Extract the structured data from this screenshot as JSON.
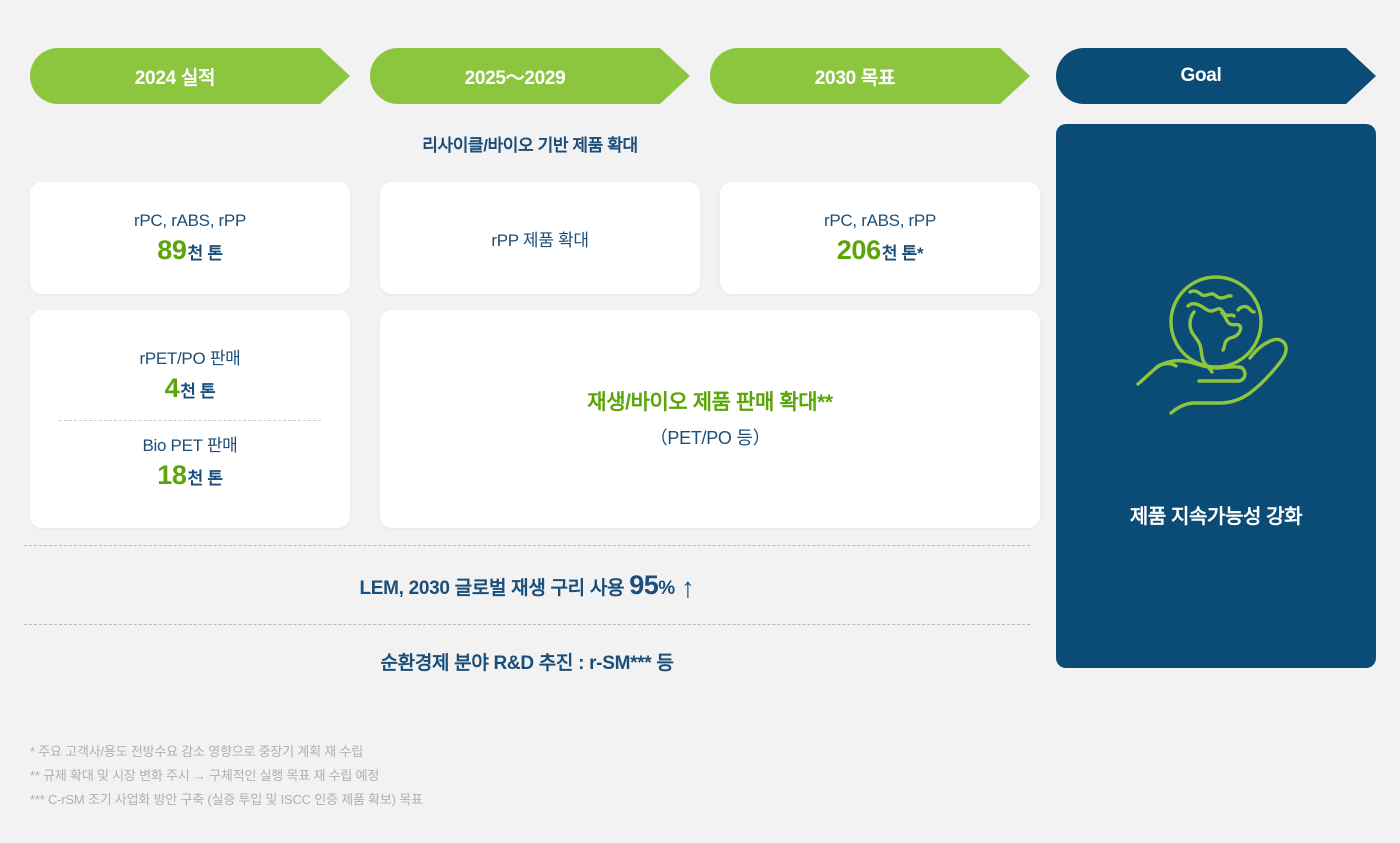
{
  "background_color": "#f2f2f2",
  "colors": {
    "green": "#8cc63f",
    "green_text": "#5ba50b",
    "navy": "#0a4c75",
    "navy_text": "#1b4e78",
    "footnote_gray": "#b0b0b0"
  },
  "headers": [
    {
      "label": "2024 실적",
      "style": "green"
    },
    {
      "label": "2025～2029",
      "style": "green"
    },
    {
      "label": "2030 목표",
      "style": "green"
    },
    {
      "label": "Goal",
      "style": "navy"
    }
  ],
  "section_caption": "리사이클/바이오 기반 제품 확대",
  "cards": {
    "row1": [
      {
        "label": "rPC, rABS, rPP",
        "value_number": "89",
        "value_unit": "천 톤"
      },
      {
        "text": "rPP 제품 확대"
      },
      {
        "label": "rPC, rABS, rPP",
        "value_number": "206",
        "value_unit": "천 톤*"
      }
    ],
    "row2_left": {
      "top": {
        "label": "rPET/PO 판매",
        "value_number": "4",
        "value_unit": "천 톤"
      },
      "bottom": {
        "label": "Bio PET 판매",
        "value_number": "18",
        "value_unit": "천 톤"
      }
    },
    "row2_wide": {
      "headline": "재생/바이오 제품 판매 확대**",
      "subtitle": "（PET/PO 등）"
    }
  },
  "goal_panel": {
    "icon_name": "globe-in-hand-icon",
    "caption": "제품 지속가능성 강화"
  },
  "banners": [
    {
      "lead": "LEM, 2030 글로벌 재생 구리 사용 ",
      "big": "95",
      "pct": "%",
      "arrow": "↑"
    },
    {
      "text": "순환경제 분야 R&D 추진 : r-SM*** 등"
    }
  ],
  "footnotes": [
    "* 주요 고객사/용도 전방수요 감소 영향으로 중장기 계획 재 수립",
    "** 규제 확대 및 시장 변화 주시 → 구체적인 실행 목표 재 수립 예정",
    "*** C-rSM 조기 사업화 방안 구축 (실증 투입 및 ISCC 인증 제품 확보) 목표"
  ]
}
